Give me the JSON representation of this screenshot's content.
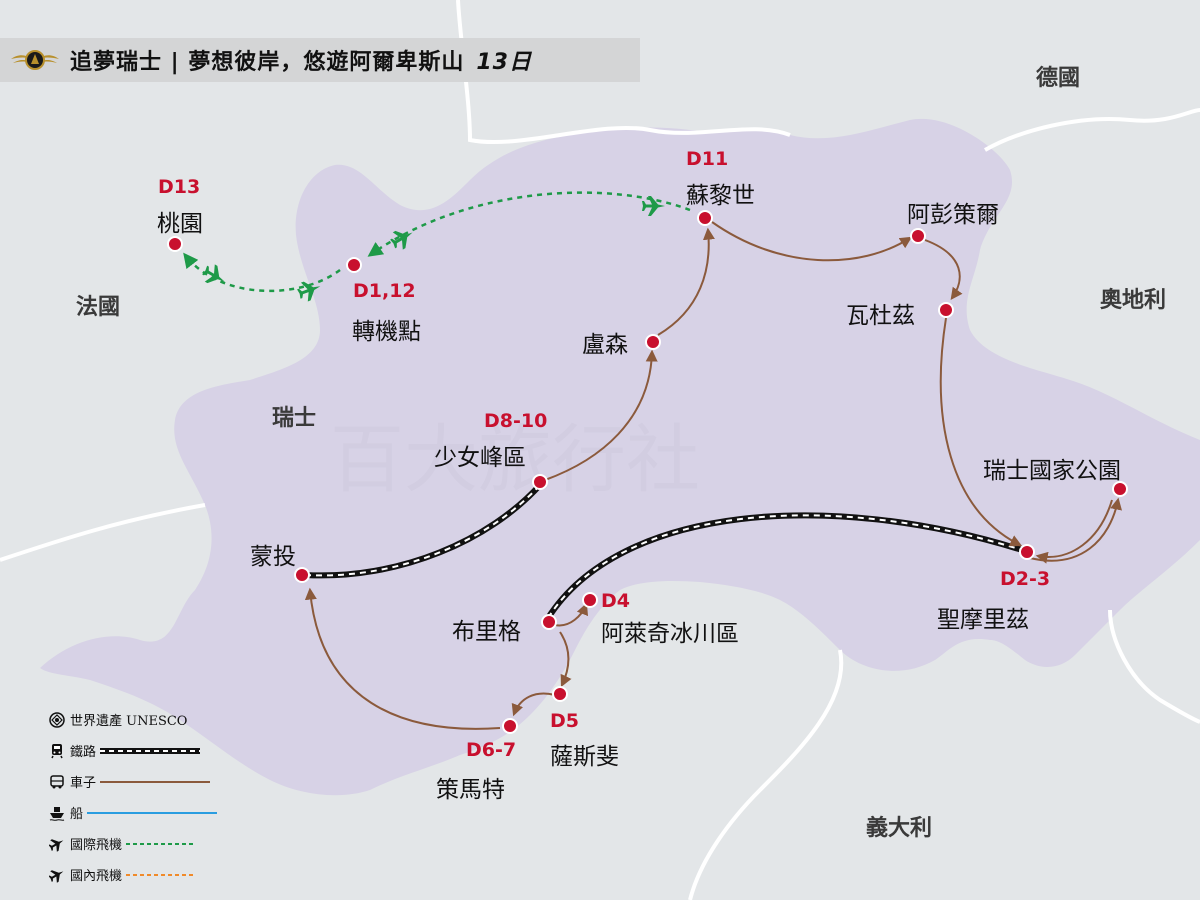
{
  "header": {
    "title": "追夢瑞士 | 夢想彼岸，悠遊阿爾卑斯山",
    "days": "13日"
  },
  "countries": {
    "germany": "德國",
    "france": "法國",
    "austria": "奧地利",
    "switzerland": "瑞士",
    "italy": "義大利"
  },
  "stops": {
    "taoyuan": {
      "name": "桃園",
      "day": "D13"
    },
    "transfer": {
      "name": "轉機點",
      "day": "D1,12"
    },
    "zurich": {
      "name": "蘇黎世",
      "day": "D11"
    },
    "appenzell": {
      "name": "阿彭策爾"
    },
    "vaduz": {
      "name": "瓦杜茲"
    },
    "lucerne": {
      "name": "盧森"
    },
    "jungfrau": {
      "name": "少女峰區",
      "day": "D8-10"
    },
    "montreux": {
      "name": "蒙投"
    },
    "national_park": {
      "name": "瑞士國家公園"
    },
    "st_moritz": {
      "name": "聖摩里茲",
      "day": "D2-3"
    },
    "brig": {
      "name": "布里格"
    },
    "aletsch": {
      "name": "阿萊奇冰川區",
      "day": "D4"
    },
    "saas_fee": {
      "name": "薩斯斐",
      "day": "D5"
    },
    "zermatt": {
      "name": "策馬特",
      "day": "D6-7"
    }
  },
  "legend": [
    {
      "icon": "unesco-icon",
      "label": "世界遺產 UNESCO",
      "style": "none"
    },
    {
      "icon": "train-icon",
      "label": "鐵路",
      "style": "rail"
    },
    {
      "icon": "bus-icon",
      "label": "車子",
      "style": "car"
    },
    {
      "icon": "ship-icon",
      "label": "船",
      "style": "boat"
    },
    {
      "icon": "plane-icon",
      "label": "國際飛機",
      "style": "intl"
    },
    {
      "icon": "plane-icon",
      "label": "國內飛機",
      "style": "domestic"
    }
  ],
  "watermark": "百大旅行社",
  "colors": {
    "background": "#e3e6e8",
    "switzerland": "#d7d2e6",
    "stop": "#c8102e",
    "car_route": "#8b5a3c",
    "international_flight": "#1e9a48",
    "domestic_flight": "#f08a2a",
    "boat": "#2a9de0",
    "rail": "#111111"
  }
}
